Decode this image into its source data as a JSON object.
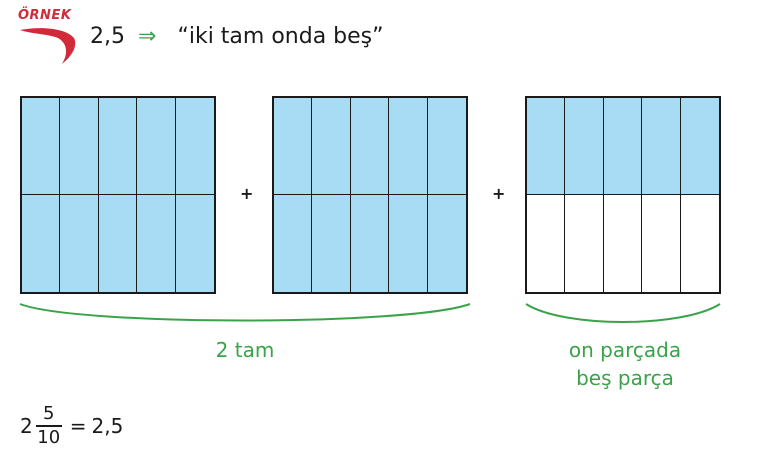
{
  "logo": {
    "text": "ÖRNEK",
    "color": "#d12a3a"
  },
  "header": {
    "number": "2,5",
    "arrow": "⇒",
    "reading": "“iki tam onda beş”"
  },
  "boxes": [
    {
      "filled_fraction": 1.0,
      "columns": 5,
      "rows": 2
    },
    {
      "filled_fraction": 1.0,
      "columns": 5,
      "rows": 2
    },
    {
      "filled_fraction": 0.5,
      "columns": 5,
      "rows": 2
    }
  ],
  "operators": [
    "+",
    "+"
  ],
  "labels": {
    "whole": "2 tam",
    "part_line1": "on parçada",
    "part_line2": "beş parça"
  },
  "equation": {
    "whole": "2",
    "numerator": "5",
    "denominator": "10",
    "equals": "=",
    "result": "2,5"
  },
  "colors": {
    "fill": "#a8dcf4",
    "accent": "#3aa34a",
    "outline": "#1a1a1a"
  }
}
